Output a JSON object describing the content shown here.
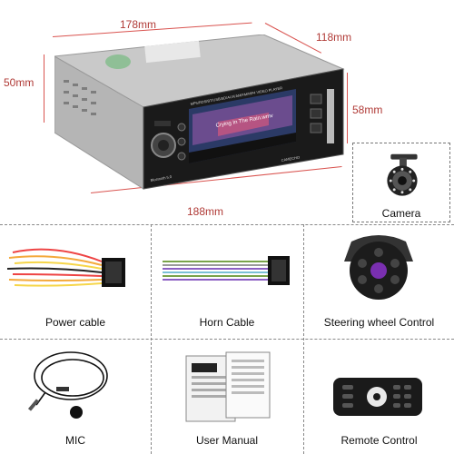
{
  "dimensions": {
    "top_width": "178mm",
    "depth": "118mm",
    "height_left": "50mm",
    "height_right": "58mm",
    "bottom_width": "188mm"
  },
  "screen": {
    "header": "MP5/RDS/BT/USB/SD/AUX/AM/FM/MP4 VIDEO PLAYER",
    "song_title": "Crying In The Rain.wmv",
    "brand_bottom": "CAMECHO",
    "model": "Bluetooth 5.0"
  },
  "camera": {
    "label": "Camera"
  },
  "accessories": [
    {
      "label": "Power cable",
      "icon": "power-cable-icon"
    },
    {
      "label": "Horn Cable",
      "icon": "horn-cable-icon"
    },
    {
      "label": "Steering wheel Control",
      "icon": "steering-control-icon"
    },
    {
      "label": "MIC",
      "icon": "mic-icon"
    },
    {
      "label": "User Manual",
      "icon": "manual-icon"
    },
    {
      "label": "Remote Control",
      "icon": "remote-icon"
    }
  ]
}
